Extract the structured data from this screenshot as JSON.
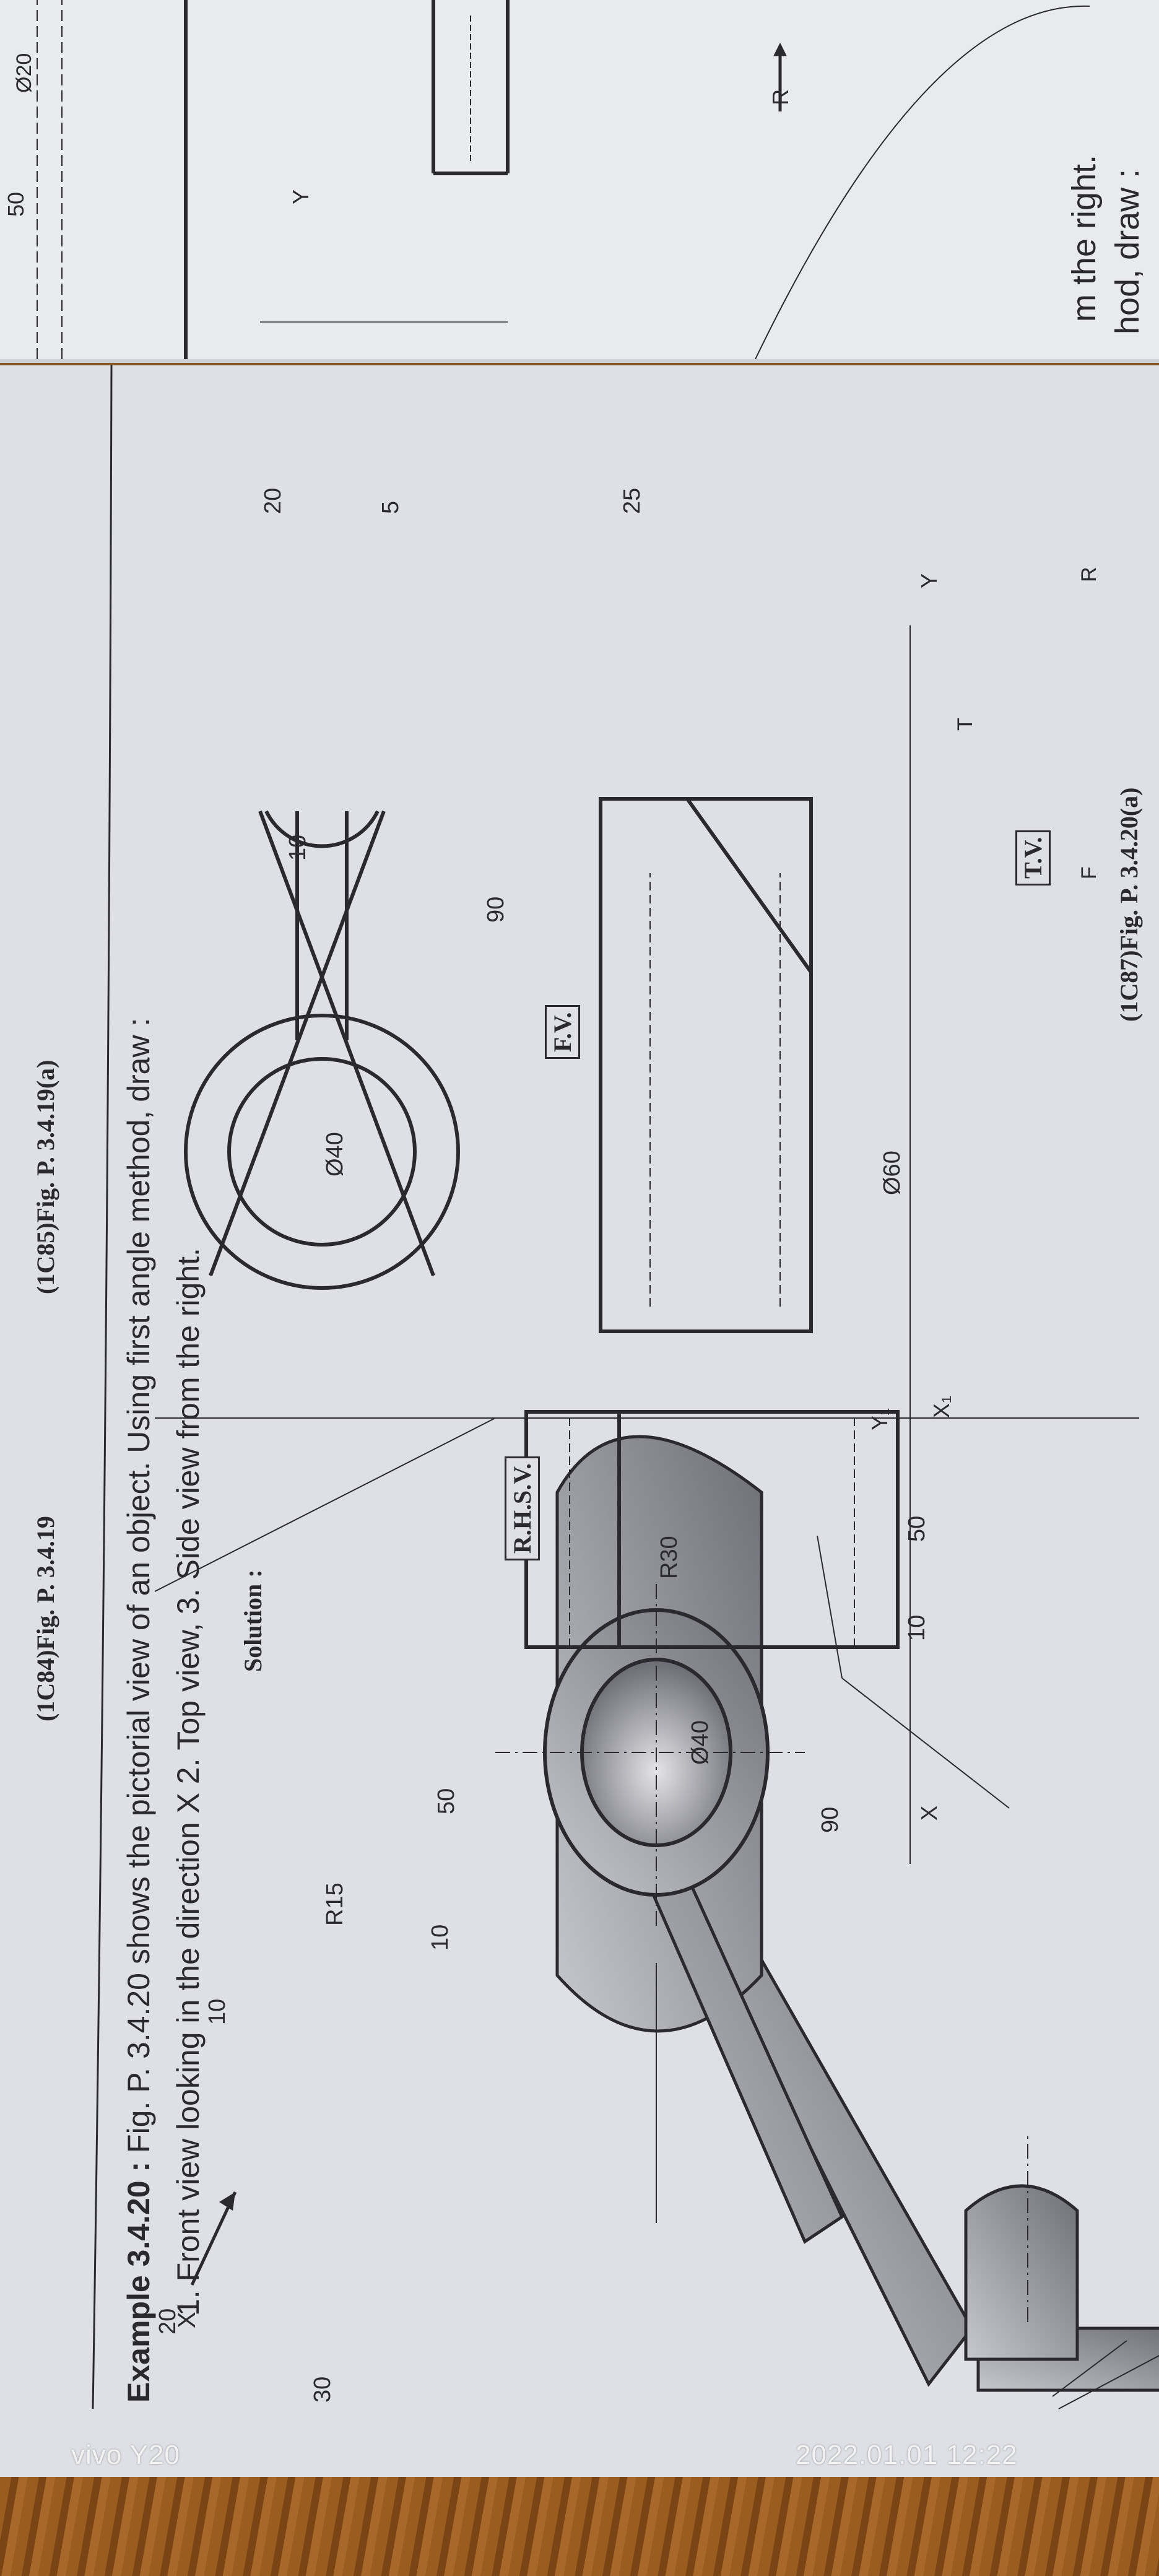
{
  "previous_page": {
    "text_lines": [
      "hod, draw :",
      "m the right."
    ],
    "labels": {
      "diameter": "Ø20",
      "dimension": "50",
      "y_label": "Y",
      "arrow_label": "R"
    }
  },
  "captions": {
    "fig_3_4_19": "(1C84)Fig. P. 3.4.19",
    "fig_3_4_19a": "(1C85)Fig. P. 3.4.19(a)",
    "fig_3_4_20a": "(1C87)Fig. P. 3.4.20(a)"
  },
  "example": {
    "title": "Example 3.4.20 :",
    "statement": "Fig. P. 3.4.20 shows the pictorial view of an object. Using first angle method, draw :",
    "tasks": "1. Front view looking in the direction X   2. Top view,   3. Side view from the right."
  },
  "solution_label": "Solution :",
  "pictorial": {
    "direction_label": "X",
    "dimensions": {
      "r30": "R30",
      "d40": "Ø40",
      "d50": "50",
      "d90": "90",
      "d10_rib": "10",
      "d10_web": "10",
      "r15": "R15",
      "d20": "20",
      "d30": "30"
    }
  },
  "views": {
    "front_view_label": "F.V.",
    "top_view_label": "T.V.",
    "side_view_label": "R.H.S.V.",
    "arrow_t": "T",
    "arrow_f": "F",
    "arrow_r": "R",
    "x_label": "X",
    "x1_label": "X₁",
    "y_label": "Y",
    "y1_label": "Y₁",
    "dimensions": {
      "side_10": "10",
      "side_50": "50",
      "front_d60": "Ø60",
      "front_25": "25",
      "top_d40": "Ø40",
      "top_90": "90",
      "top_10": "10",
      "top_20": "20",
      "top_5": "5"
    }
  },
  "camera_watermark": {
    "device": "vivo Y20",
    "timestamp": "2022.01.01 12:22"
  }
}
